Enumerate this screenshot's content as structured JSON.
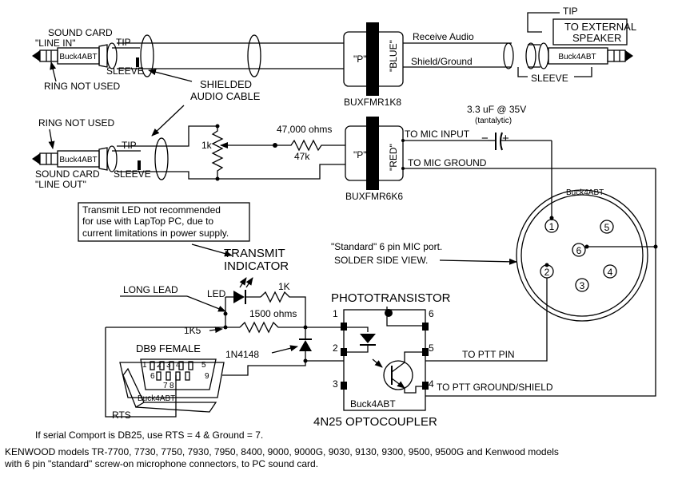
{
  "top_cable": {
    "left_jack_label_1": "SOUND CARD",
    "left_jack_label_2": "\"LINE IN\"",
    "ring_note": "RING NOT USED",
    "tip": "TIP",
    "sleeve": "SLEEVE",
    "plug_brand": "Buck4ABT",
    "transformer_side": "\"P\"",
    "transformer_color": "\"BLUE\"",
    "transformer_part": "BUXFMR1K8",
    "receive_audio": "Receive Audio",
    "shield_ground": "Shield/Ground",
    "right_tip": "TIP",
    "right_label_1": "TO EXTERNAL",
    "right_label_2": "SPEAKER",
    "right_sleeve": "SLEEVE",
    "right_plug_brand": "Buck4ABT"
  },
  "shielded_cable": {
    "line1": "SHIELDED",
    "line2": "AUDIO CABLE"
  },
  "mid_cable": {
    "ring_note": "RING NOT USED",
    "left_jack_label_1": "SOUND CARD",
    "left_jack_label_2": "\"LINE OUT\"",
    "tip": "TIP",
    "sleeve": "SLEEVE",
    "plug_brand": "Buck4ABT",
    "pot_label": "1k",
    "resistor_ohms": "47,000 ohms",
    "resistor_short": "47k",
    "transformer_side": "\"P\"",
    "transformer_color": "\"RED\"",
    "transformer_part": "BUXFMR6K6",
    "to_mic_input": "TO MIC INPUT",
    "to_mic_ground": "TO MIC GROUND",
    "cap_value": "3.3 uF @ 35V",
    "cap_type": "(tantalytic)",
    "cap_minus": "−",
    "cap_plus": "+"
  },
  "note_box": {
    "line1": "Transmit LED not recommended",
    "line2": "for use with LapTop PC, due to",
    "line3": "current limitations in power supply."
  },
  "transmit": {
    "line1": "TRANSMIT",
    "line2": "INDICATOR"
  },
  "mic_port": {
    "label": "\"Standard\" 6 pin MIC port.",
    "view": "SOLDER SIDE VIEW.",
    "brand": "Buck4ABT",
    "pins": [
      "1",
      "2",
      "3",
      "4",
      "5",
      "6"
    ]
  },
  "led_section": {
    "long_lead": "LONG LEAD",
    "led": "LED",
    "r_1k": "1K",
    "r_1500": "1500 ohms",
    "r_1k5": "1K5",
    "diode": "1N4148"
  },
  "db9": {
    "title": "DB9 FEMALE",
    "pins_top": [
      "1",
      "2",
      "3",
      "4",
      "5"
    ],
    "pins_bottom": [
      "6",
      "7",
      "8",
      "9"
    ],
    "brand": "Buck4ABT",
    "rts": "RTS"
  },
  "opto": {
    "phototransistor": "PHOTOTRANSISTOR",
    "part": "4N25  OPTOCOUPLER",
    "brand": "Buck4ABT",
    "pins": [
      "1",
      "2",
      "3",
      "4",
      "5",
      "6"
    ],
    "to_ptt_pin": "TO  PTT PIN",
    "to_ptt_ground": "TO PTT GROUND/SHIELD"
  },
  "footer": {
    "db25_note": "If serial Comport is DB25, use RTS = 4 & Ground = 7.",
    "models_line1": "KENWOOD models TR-7700, 7730, 7750, 7930, 7950, 8400, 9000, 9000G, 9030, 9130, 9300, 9500, 9500G and Kenwood models",
    "models_line2": "with 6 pin \"standard\" screw-on microphone connectors, to PC sound card."
  }
}
